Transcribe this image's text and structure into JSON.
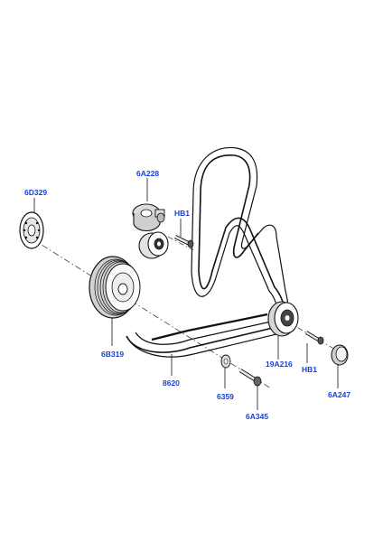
{
  "colors": {
    "label": "#1a3fd0",
    "line": "#111111",
    "part_shade": "#d9d9d9"
  },
  "callouts": {
    "damper_plate": "6D329",
    "tensioner": "6A228",
    "tensioner_bolt": "HB1",
    "crank_pulley": "6B319",
    "belt": "8620",
    "washer": "6359",
    "pulley_bolt": "6A345",
    "idler_pulley": "19A216",
    "idler_bolt": "HB1",
    "dust_cap": "6A247"
  }
}
